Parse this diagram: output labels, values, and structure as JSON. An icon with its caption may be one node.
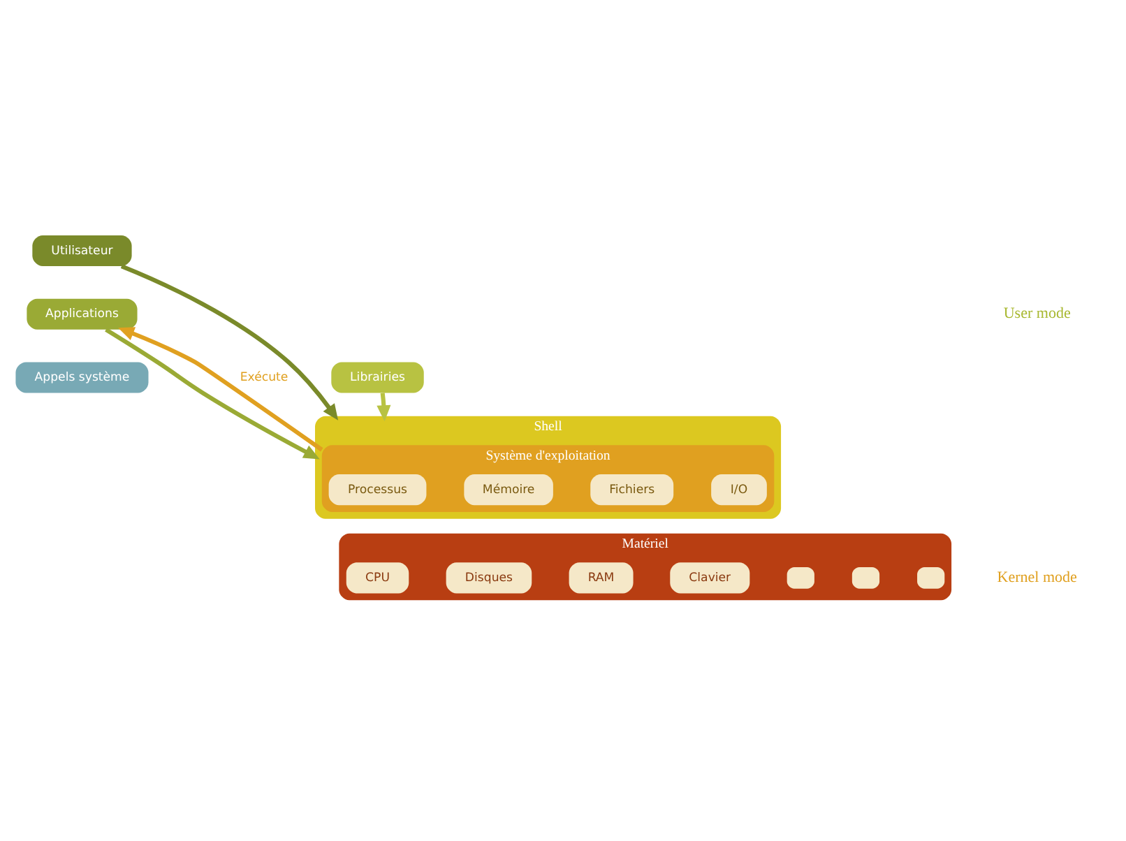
{
  "diagram": {
    "nodes": [
      {
        "text": [
          "Utilisateur"
        ]
      },
      {
        "text": [
          "Applications"
        ]
      },
      {
        "text": [
          "Appels système"
        ]
      },
      {
        "text": [
          "Librairies"
        ]
      },
      {
        "text": [
          "Shell"
        ]
      },
      {
        "text": [
          "Système d'exploitation"
        ],
        "in": 4
      },
      {
        "text": [
          "Processus"
        ],
        "in": 5
      },
      {
        "text": [
          "Mémoire"
        ],
        "in": 5
      },
      {
        "text": [
          "Fichiers"
        ],
        "in": 5
      },
      {
        "text": [
          "I/O"
        ],
        "in": 5
      },
      {
        "text": [
          "Matériel"
        ]
      },
      {
        "text": [
          "CPU"
        ],
        "in": 10
      },
      {
        "text": [
          "Disques"
        ],
        "in": 10
      },
      {
        "text": [
          "RAM"
        ],
        "in": 10
      },
      {
        "text": [
          "Clavier"
        ],
        "in": 10
      },
      {
        "text": [],
        "shape": "box",
        "in": 10
      },
      {
        "text": [],
        "shape": "box",
        "in": 10
      },
      {
        "text": [],
        "shape": "box",
        "in": 10
      }
    ],
    "edges": [
      {
        "from": 0,
        "to": 4,
        "arrow": "to",
        "color": "#7a8a2a"
      },
      {
        "from": 1,
        "to": 4,
        "arrow": "to",
        "color": "#9aaa35"
      },
      {
        "from": 3,
        "to": 4,
        "arrow": "to",
        "color": "#b8c242"
      },
      {
        "from": 5,
        "to": 1,
        "arrow": "to",
        "label": "Exécute",
        "color": "#e0a020"
      }
    ],
    "labels": [
      "User mode",
      "Kernel mode"
    ]
  }
}
